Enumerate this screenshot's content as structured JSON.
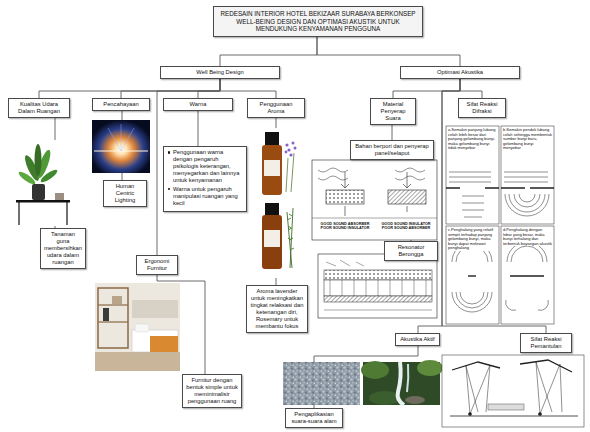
{
  "diagram": {
    "nodes": [
      {
        "text": [
          "REDESAIN INTERIOR HOTEL BEKIZAAR SURABAYA BERKONSEP WELL-BEING DESIGN DAN OPTIMASI AKUSTIK UNTUK MENDUKUNG KENYAMANAN PENGGUNA"
        ]
      },
      {
        "text": [
          "Well Being Design"
        ]
      },
      {
        "text": [
          "Kualitas Udara Dalam Ruangan"
        ]
      },
      {
        "text": [
          "Tanaman guna membersihkan udara dalam ruangan"
        ]
      },
      {
        "text": [
          "Pencahayaan"
        ]
      },
      {
        "text": [
          "Human Centric Lighting"
        ]
      },
      {
        "text": [
          "Warna"
        ]
      },
      {
        "text": [
          "Penggunaan warna dengan pengaruh psikologis keterangan, menyegarkan dan lainnya untuk kenyamanan",
          "Warna untuk pengaruh manipulasi ruangan yang kecil"
        ]
      },
      {
        "text": [
          "Penggunaan Aroma"
        ]
      },
      {
        "text": [
          "Aroma lavender untuk meningkatkan tingkat relaksasi dan ketenangan diri, Rosemary untuk membantu fokus"
        ]
      },
      {
        "text": [
          "Ergonomi Furnitur"
        ]
      },
      {
        "text": [
          "Furnitur dengan bentuk simple untuk meminimalisir penggunaan ruang"
        ]
      },
      {
        "text": [
          "Optimasi Akustika"
        ]
      },
      {
        "text": [
          "Material Penyerap Suara"
        ]
      },
      {
        "text": [
          "Bahan berpori dan penyerap panel/selaput"
        ]
      },
      {
        "text": [
          "Resonator Berongga"
        ]
      },
      {
        "text": [
          "Sifat Reaksi Difraksi"
        ]
      },
      {
        "text": [
          "Akustika Aktif"
        ]
      },
      {
        "text": [
          "Pengaplikasian suara-suara alam"
        ]
      },
      {
        "text": [
          "Sifat Reaksi Pemantulan"
        ]
      }
    ],
    "edges": [
      {
        "from": 0,
        "to": 1,
        "arrow": "none"
      },
      {
        "from": 0,
        "to": 12,
        "arrow": "none"
      },
      {
        "from": 1,
        "to": 2,
        "arrow": "none"
      },
      {
        "from": 1,
        "to": 4,
        "arrow": "none"
      },
      {
        "from": 1,
        "to": 6,
        "arrow": "none"
      },
      {
        "from": 1,
        "to": 8,
        "arrow": "none"
      },
      {
        "from": 1,
        "to": 10,
        "arrow": "none"
      },
      {
        "from": 2,
        "to": 3,
        "arrow": "none"
      },
      {
        "from": 4,
        "to": 5,
        "arrow": "none"
      },
      {
        "from": 6,
        "to": 7,
        "arrow": "none"
      },
      {
        "from": 8,
        "to": 9,
        "arrow": "none"
      },
      {
        "from": 10,
        "to": 11,
        "arrow": "none"
      },
      {
        "from": 12,
        "to": 13,
        "arrow": "none"
      },
      {
        "from": 12,
        "to": 16,
        "arrow": "none"
      },
      {
        "from": 12,
        "to": 17,
        "arrow": "none"
      },
      {
        "from": 12,
        "to": 19,
        "arrow": "none"
      },
      {
        "from": 13,
        "to": 14,
        "arrow": "none"
      },
      {
        "from": 14,
        "to": 15,
        "arrow": "none"
      },
      {
        "from": 17,
        "to": 18,
        "arrow": "none"
      }
    ],
    "labels": [
      "GOOD SOUND ABSORBER POOR SOUND INSULATOR",
      "GOOD SOUND INSULATOR POOR SOUND ABSORBER",
      "a.Semakin panjang lubang celah lebih besar dari panjang gelombang bunyi, maka gelombang bunyi tidak menyebar",
      "b.Semakin pendek lubang celah sehingga membentuk sumber bunyi baru, gelombang bunyi menyebar",
      "c.Penghalang yang relatif sempit terhadap panjang gelombang bunyi, maka bunyi dapat melewati penghalang",
      "d.Penghalang dengan lebar yang besar, maka bunyi terhalang dan terbentuk bayangan akustik"
    ]
  }
}
